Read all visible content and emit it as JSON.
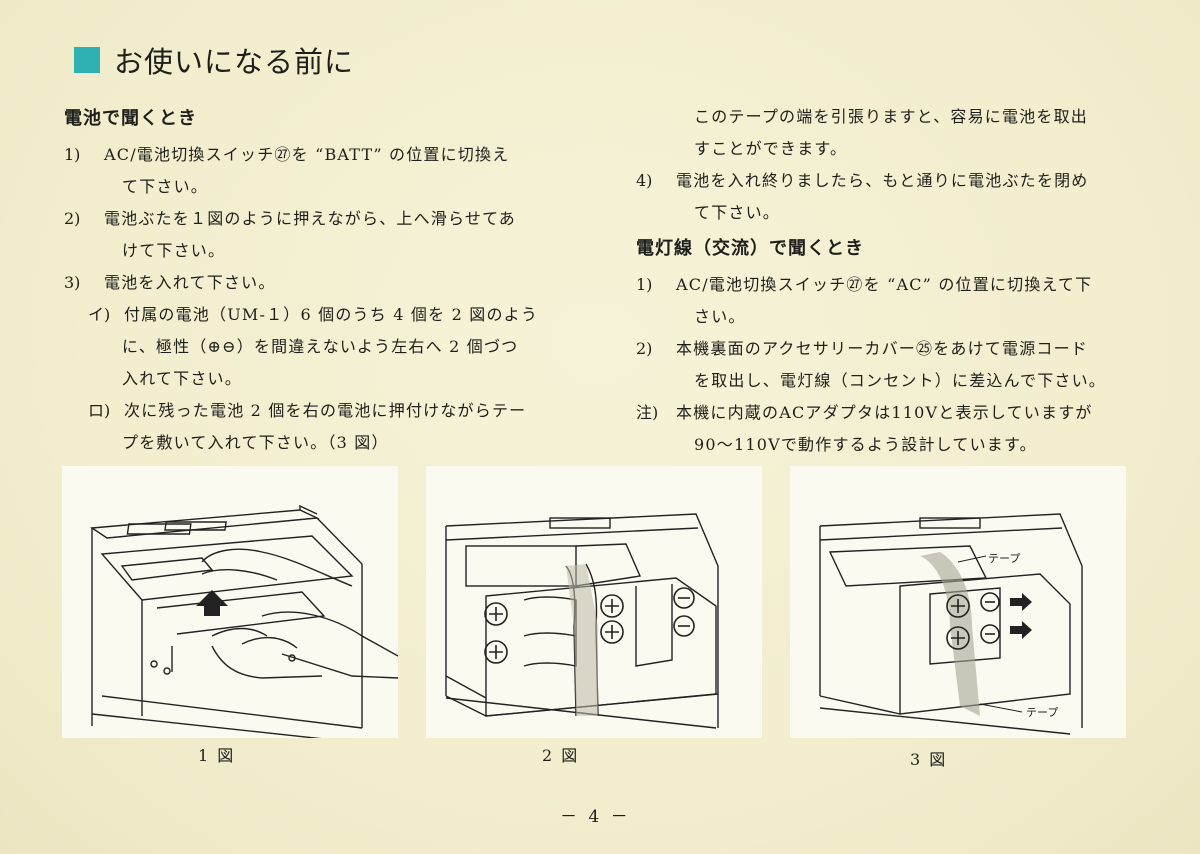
{
  "title": "お使いになる前に",
  "battery": {
    "heading": "電池で聞くとき",
    "items": [
      {
        "num": "1)",
        "text": "AC/電池切換スイッチ㉗を “BATT” の位置に切換え",
        "cont": "て下さい。"
      },
      {
        "num": "2)",
        "text": "電池ぶたを１図のように押えながら、上へ滑らせてあ",
        "cont": "けて下さい。"
      },
      {
        "num": "3)",
        "text": "電池を入れて下さい。"
      }
    ],
    "subitems": [
      {
        "num": "イ)",
        "text": "付属の電池（UM-１）6 個のうち 4 個を 2 図のよう",
        "cont": [
          "に、極性（⊕⊖）を間違えないよう左右へ 2 個づつ",
          "入れて下さい。"
        ]
      },
      {
        "num": "ロ)",
        "text": "次に残った電池 2 個を右の電池に押付けながらテー",
        "cont": [
          "プを敷いて入れて下さい。（3 図）"
        ]
      }
    ],
    "continued": [
      "このテープの端を引張りますと、容易に電池を取出",
      "すことができます。"
    ],
    "item4": {
      "num": "4)",
      "text": "電池を入れ終りましたら、もと通りに電池ぶたを閉め",
      "cont": "て下さい。"
    }
  },
  "ac": {
    "heading": "電灯線（交流）で聞くとき",
    "items": [
      {
        "num": "1)",
        "text": "AC/電池切換スイッチ㉗を “AC” の位置に切換えて下",
        "cont": "さい。"
      },
      {
        "num": "2)",
        "text": "本機裏面のアクセサリーカバー㉕をあけて電源コード",
        "cont": "を取出し、電灯線（コンセント）に差込んで下さい。"
      }
    ],
    "note": {
      "num": "注)",
      "text": "本機に内蔵のACアダプタは110Vと表示していますが",
      "cont": "90～110Vで動作するよう設計しています。"
    }
  },
  "figures": [
    {
      "caption": "1 図"
    },
    {
      "caption": "2 図"
    },
    {
      "caption": "3 図",
      "label_top": "テープ",
      "label_bottom": "テープ"
    }
  ],
  "page_number": "－ 4 －"
}
